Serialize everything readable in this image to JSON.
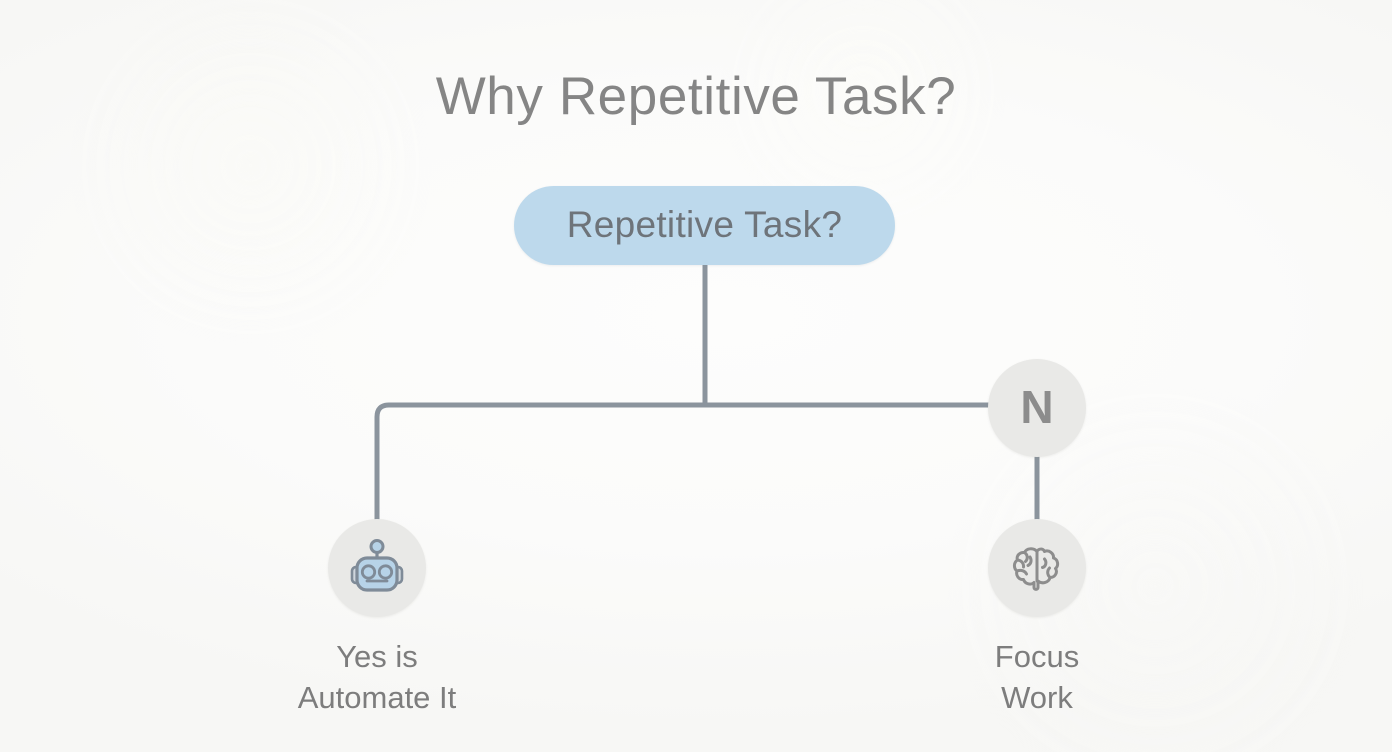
{
  "page": {
    "title": "Why Repetitive Task?",
    "background_color": "#fbfbfa"
  },
  "diagram": {
    "type": "flowchart",
    "accent_color": "#bdd9ec",
    "line_color": "#8b949d",
    "node_circle_color": "#e9e9e7",
    "text_color": "#7d7d7d",
    "decision": {
      "label": "Repetitive Task?",
      "shape": "rounded-pill",
      "fill": "#bdd9ec"
    },
    "nodes": [
      {
        "id": "automate",
        "icon": "robot-icon",
        "label_line1": "Yes is",
        "label_line2": "Automate It"
      },
      {
        "id": "n8n",
        "icon": "n-letter-icon",
        "glyph": "N",
        "label_line1": "",
        "label_line2": ""
      },
      {
        "id": "focus",
        "icon": "brain-icon",
        "label_line1": "Focus",
        "label_line2": "Work"
      }
    ]
  }
}
